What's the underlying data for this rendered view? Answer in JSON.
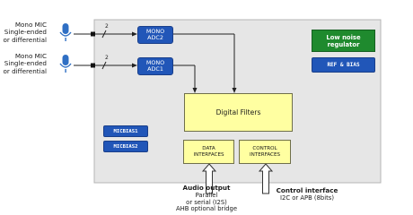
{
  "mic_inputs": [
    {
      "lines": [
        "Mono MIC",
        "Single-ended",
        "or differential"
      ],
      "bus_width": "2"
    },
    {
      "lines": [
        "Mono MIC",
        "Single-ended",
        "or differential"
      ],
      "bus_width": "2"
    }
  ],
  "blocks": {
    "adc2": "MONO\nADC2",
    "adc1": "MONO\nADC1",
    "regulator": "Low noise\nregulator",
    "ref_bias": "REF & BIAS",
    "micbias1": "MICBIAS1",
    "micbias2": "MICBIAS2",
    "digital_filters": "Digital Filters",
    "data_interfaces": "DATA\nINTERFACES",
    "control_interfaces": "CONTROL\nINTERFACES"
  },
  "outputs": {
    "audio": {
      "title": "Audio output",
      "lines": [
        "Parallel",
        "or serial (I2S)",
        "AHB optional bridge"
      ]
    },
    "control": {
      "title": "Control interface",
      "lines": [
        "I2C or APB (8bits)"
      ]
    }
  },
  "colors": {
    "chip_fill": "#e6e6e6",
    "block_blue": "#2156b8",
    "regulator_green": "#1f8a2e",
    "yellow": "#ffffa1",
    "mic_blue": "#2f6fc4"
  }
}
